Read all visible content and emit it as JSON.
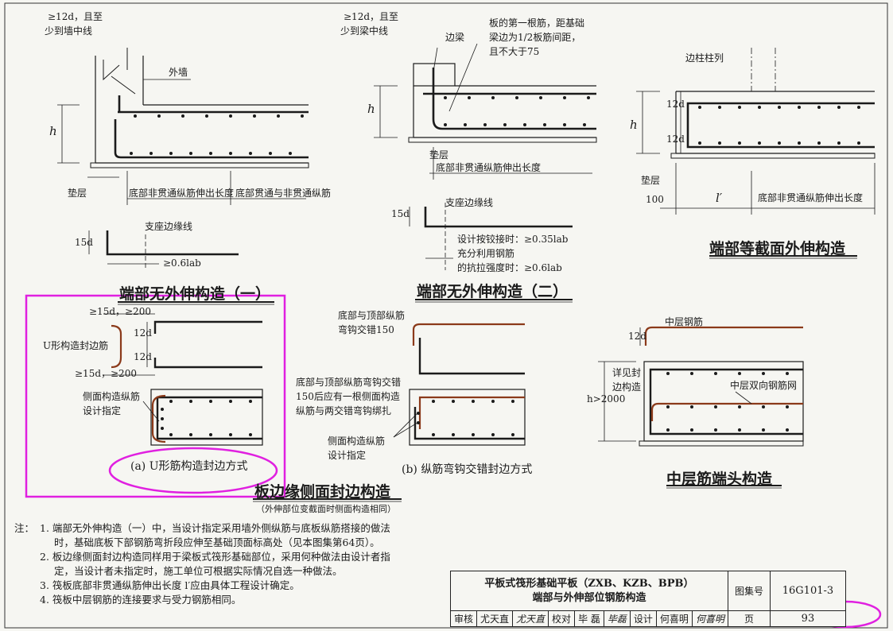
{
  "detail1": {
    "anchor_note_l1": "≥12d，且至",
    "anchor_note_l2": "少到墙中线",
    "outer_wall": "外墙",
    "h": "h",
    "cushion": "垫层",
    "ext_len": "底部非贯通纵筋伸出长度",
    "bottom_bars": "底部贯通与非贯通纵筋",
    "support_edge": "支座边缘线",
    "hook": "15d",
    "min_anchor": "≥0.6lab",
    "title": "端部无外伸构造（一）"
  },
  "detail2": {
    "anchor_note_l1": "≥12d，且至",
    "anchor_note_l2": "少到梁中线",
    "edge_beam": "边梁",
    "first_bar_l1": "板的第一根筋，距基础",
    "first_bar_l2": "梁边为1/2板筋间距，",
    "first_bar_l3": "且不大于75",
    "h": "h",
    "cushion": "垫层",
    "ext_len": "底部非贯通纵筋伸出长度",
    "support_edge": "支座边缘线",
    "hook": "15d",
    "hinge_rule": "设计按铰接时：≥0.35lab",
    "full_l1": "充分利用钢筋",
    "full_l2": "的抗拉强度时：≥0.6lab",
    "title": "端部无外伸构造（二）"
  },
  "detail3": {
    "edge_col": "边柱柱列",
    "h": "h",
    "d12a": "12d",
    "d12b": "12d",
    "cushion": "垫层",
    "dim100": "100",
    "l_prime": "l′",
    "ext_len": "底部非贯通纵筋伸出长度",
    "title": "端部等截面外伸构造"
  },
  "detail4": {
    "top_anchor": "≥15d，≥200",
    "bot_anchor": "≥15d，≥200",
    "u_bar": "U形构造封边筋",
    "d12a": "12d",
    "d12b": "12d",
    "side_bar_l1": "侧面构造纵筋",
    "side_bar_l2": "设计指定",
    "caption": "(a)  U形筋构造封边方式"
  },
  "detail5": {
    "hook_l1": "底部与顶部纵筋",
    "hook_l2": "弯钩交错150",
    "desc_l1": "底部与顶部纵筋弯钩交错",
    "desc_l2": "150后应有一根侧面构造",
    "desc_l3": "纵筋与两交错弯钩绑扎",
    "side_bar_l1": "侧面构造纵筋",
    "side_bar_l2": "设计指定",
    "caption": "(b)  纵筋弯钩交错封边方式"
  },
  "section_title": "板边缘侧面封边构造",
  "section_sub": "（外伸部位变截面时侧面构造相同）",
  "detail6": {
    "mid_bar": "中层钢筋",
    "d12": "12d",
    "see_l1": "详见封",
    "see_l2": "边构造",
    "mesh": "中层双向钢筋网",
    "h_cond": "h>2000",
    "title": "中层筋端头构造"
  },
  "notes": {
    "label": "注：",
    "n1a": "1. 端部无外伸构造（一）中，当设计指定采用墙外侧纵筋与底板纵筋搭接的做法",
    "n1b": "时，基础底板下部钢筋弯折段应伸至基础顶面标高处（见本图集第64页）。",
    "n2a": "2. 板边缘侧面封边构造同样用于梁板式筏形基础部位，采用何种做法由设计者指",
    "n2b": "定，当设计者未指定时，施工单位可根据实际情况自选一种做法。",
    "n3": "3. 筏板底部非贯通纵筋伸出长度 l′应由具体工程设计确定。",
    "n4": "4. 筏板中层钢筋的连接要求与受力钢筋相同。"
  },
  "title_block": {
    "title_l1": "平板式筏形基础平板（ZXB、KZB、BPB）",
    "title_l2": "端部与外伸部位钢筋构造",
    "atlas_label": "图集号",
    "atlas_no": "16G101-3",
    "review_label": "审核",
    "review_name": "尤天直",
    "review_sig": "尤天直",
    "check_label": "校对",
    "check_name": "毕 磊",
    "check_sig": "毕磊",
    "design_label": "设计",
    "design_name": "何喜明",
    "design_sig": "何喜明",
    "page_label": "页",
    "page_no": "93"
  },
  "colors": {
    "ink": "#1b1b1b",
    "rebar_red": "#8b3a1a",
    "highlight": "#e020e0"
  }
}
